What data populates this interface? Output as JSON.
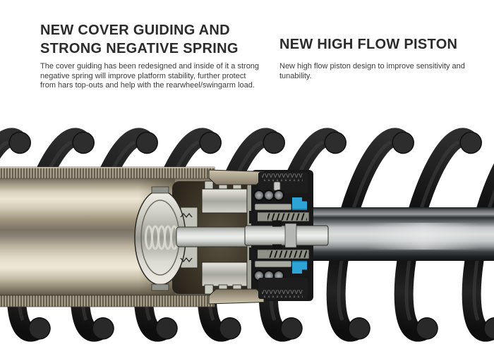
{
  "sections": {
    "left": {
      "heading_lines": [
        "NEW COVER GUIDING AND",
        "STRONG NEGATIVE SPRING"
      ],
      "body_lines": [
        "The cover guiding has been redesigned and inside of it a strong",
        "negative spring will improve platform stability, further protect",
        "from hars top-outs and help with the rearwheel/swingarm load."
      ]
    },
    "right": {
      "heading_lines": [
        "NEW HIGH FLOW PISTON"
      ],
      "body_lines": [
        "New high flow piston design to improve sensitivity and",
        "tunability."
      ]
    }
  },
  "illustration": {
    "label": "rear-shock-absorber-cutaway",
    "colors": {
      "glide_ring_cyan": "#2da3d6",
      "glide_ring_cyan_dark": "#1a7fae",
      "spring_black": "#161616",
      "body_champagne": "#d9d1bd",
      "shaft_grey": "#c3c6c7",
      "heading_dark": "#2b2b2b"
    }
  }
}
